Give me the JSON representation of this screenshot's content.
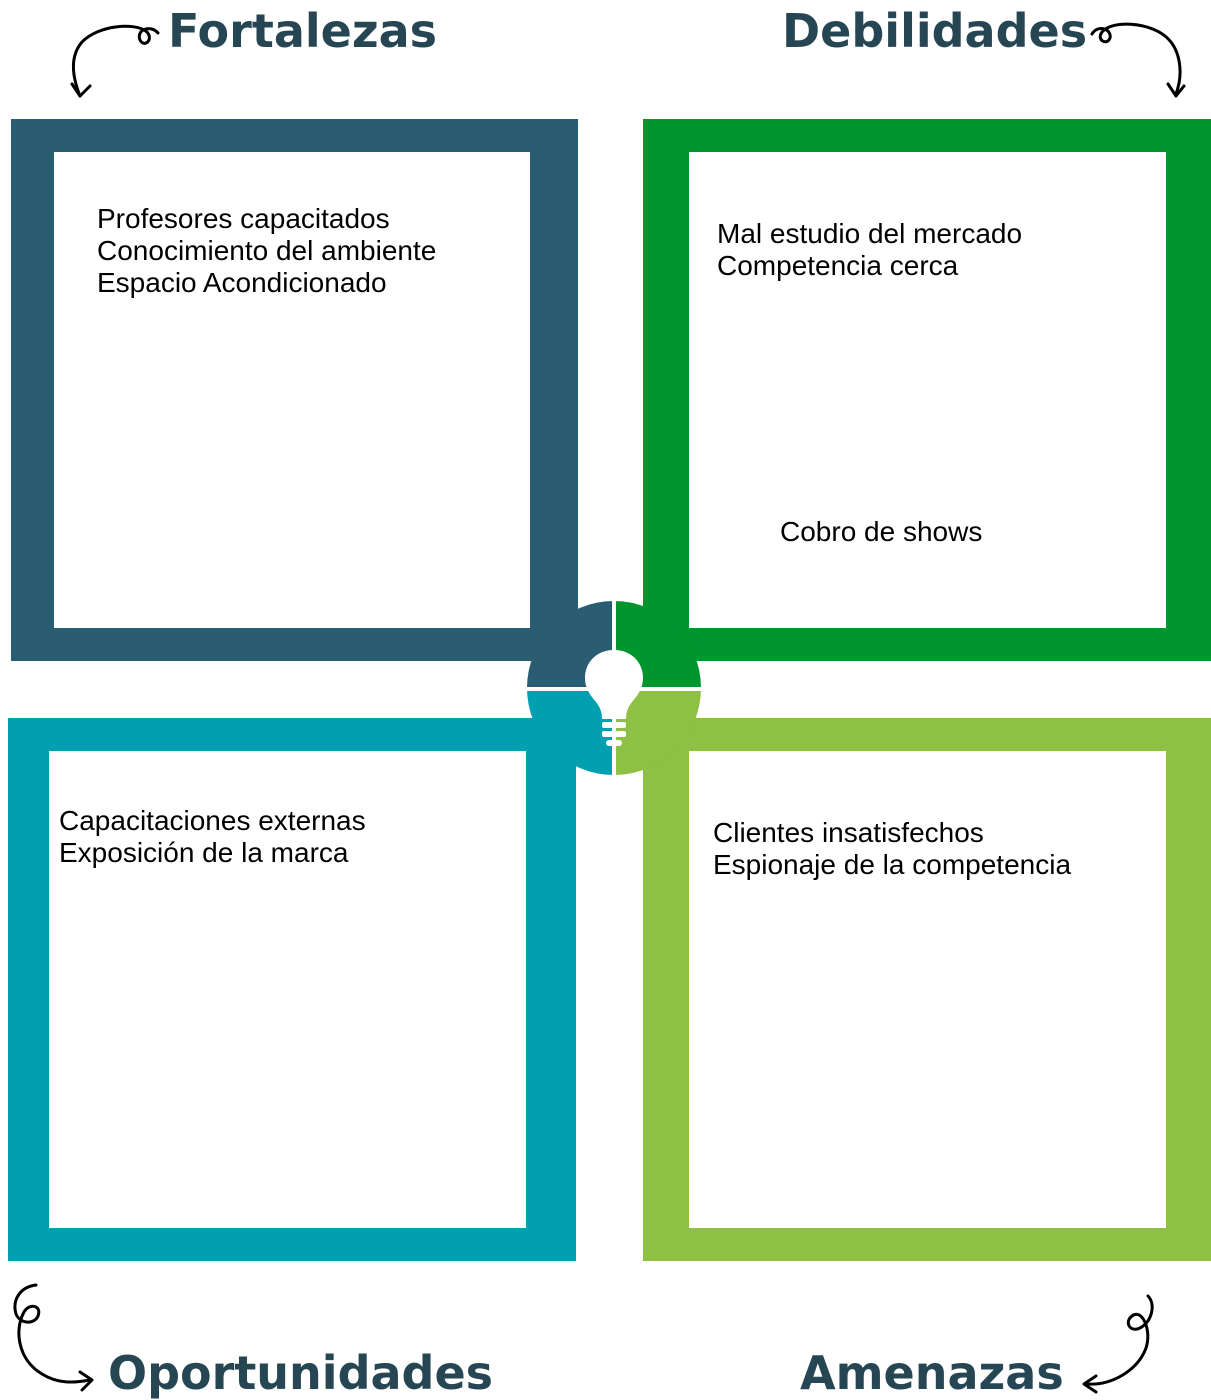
{
  "colors": {
    "fortalezas": "#2a5d72",
    "debilidades": "#00962d",
    "oportunidades": "#00a0b0",
    "amenazas": "#8dc043",
    "heading": "#264653",
    "bulb": "#ffffff"
  },
  "quadrants": {
    "fortalezas": {
      "title": "Fortalezas",
      "items": [
        "Profesores capacitados",
        "Conocimiento del ambiente",
        "Espacio Acondicionado"
      ]
    },
    "debilidades": {
      "title": "Debilidades",
      "items": [
        "Mal estudio del mercado",
        "Competencia cerca"
      ],
      "extra": "Cobro de shows"
    },
    "oportunidades": {
      "title": "Oportunidades",
      "items": [
        "Capacitaciones externas",
        "Exposición de la marca"
      ]
    },
    "amenazas": {
      "title": "Amenazas",
      "items": [
        "Clientes insatisfechos",
        "Espionaje de la competencia"
      ]
    }
  },
  "icons": {
    "center": "lightbulb-icon",
    "arrows": [
      "curly-arrow-icon"
    ]
  }
}
